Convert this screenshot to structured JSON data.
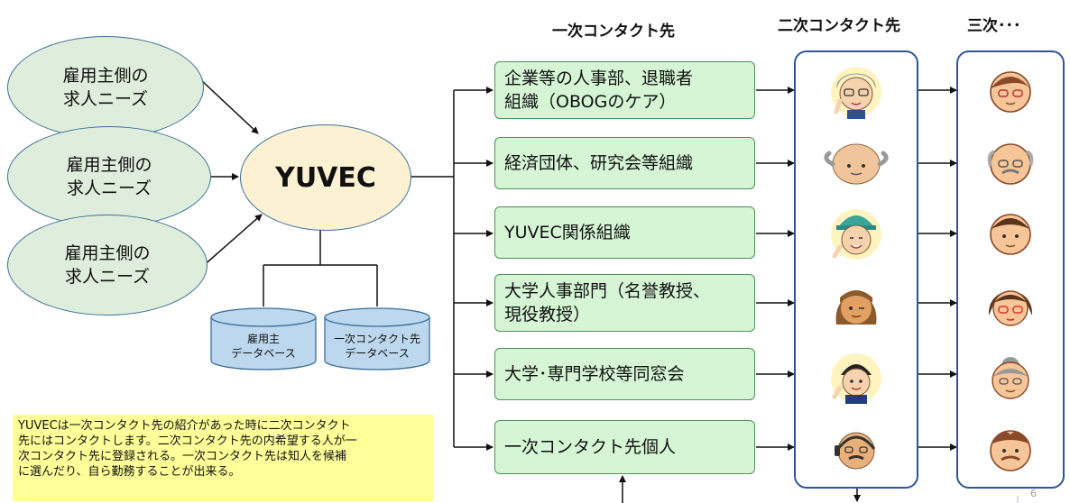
{
  "headers": {
    "first": "一次コンタクト先",
    "second": "二次コンタクト先",
    "third": "三次･･･"
  },
  "needs": [
    {
      "label": "雇用主側の\n求人ニーズ"
    },
    {
      "label": "雇用主側の\n求人ニーズ"
    },
    {
      "label": "雇用主側の\n求人ニーズ"
    }
  ],
  "hub": {
    "label": "YUVEC"
  },
  "databases": [
    {
      "label": "雇用主\nデータベース"
    },
    {
      "label": "一次コンタクト先\nデータベース"
    }
  ],
  "contacts": [
    {
      "label": "企業等の人事部、退職者\n組織（OBOGのケア）"
    },
    {
      "label": "経済団体、研究会等組織"
    },
    {
      "label": "YUVEC関係組織"
    },
    {
      "label": "大学人事部門（名誉教授、\n現役教授）"
    },
    {
      "label": "大学･専門学校等同窓会"
    },
    {
      "label": "一次コンタクト先個人"
    }
  ],
  "note": {
    "text": "YUVECは一次コンタクト先の紹介があった時に二次コンタクト\n先にはコンタクトします。二次コンタクト先の内希望する人が一\n次コンタクト先に登録される。一次コンタクト先は知人を候補\nに選んだり、自ら勤務することが出来る。"
  },
  "colors": {
    "needs_fill": "#dfeedc",
    "hub_fill": "#fdf1d3",
    "contact_fill": "#d5f5d5",
    "db_fill": "#bdd7ee",
    "panel_border": "#2f5597",
    "note_fill": "#ffff99"
  },
  "icons": {
    "second_contacts": [
      "senior-man-pointing-icon",
      "bald-old-man-icon",
      "worker-cap-man-icon",
      "woman-winking-icon",
      "man-pointing-icon",
      "man-headset-mustache-icon"
    ],
    "third_contacts": [
      "glasses-man-face-icon",
      "mustache-old-man-face-icon",
      "man-face-icon",
      "glasses-woman-face-icon",
      "grandmother-face-icon",
      "mustache-man-face-icon"
    ]
  },
  "page_number": "6"
}
